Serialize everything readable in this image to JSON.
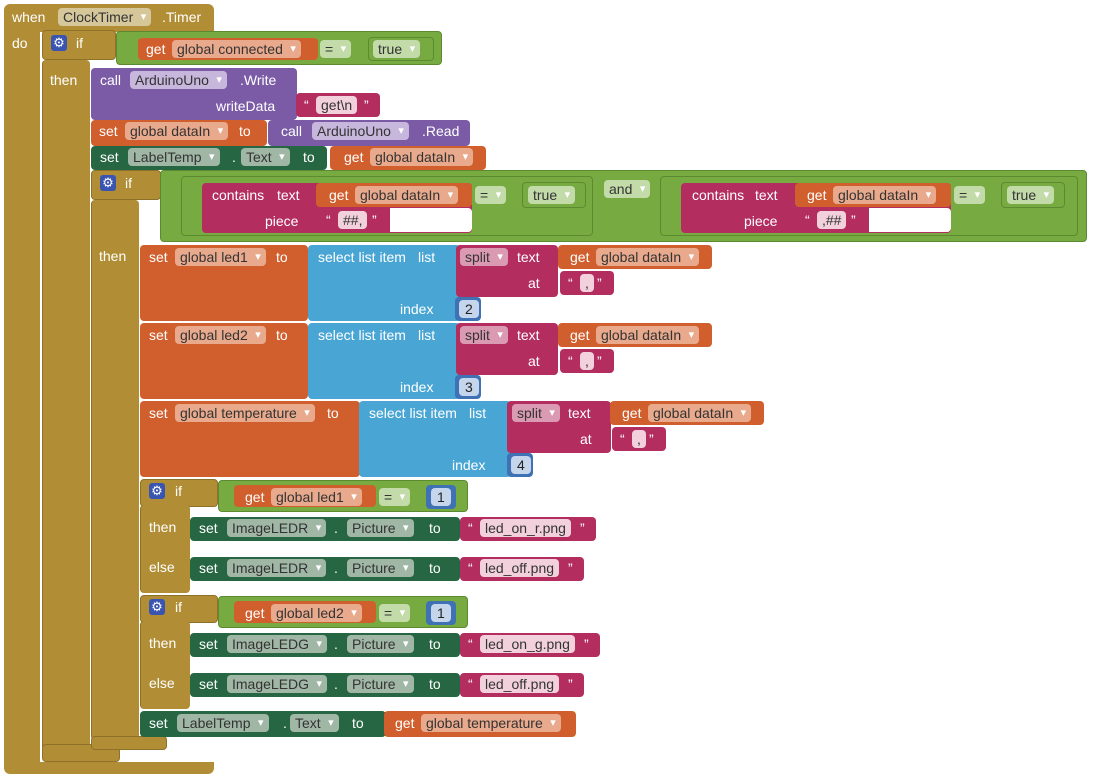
{
  "event": {
    "when": "when",
    "component": "ClockTimer",
    "event_name": ".Timer",
    "do": "do"
  },
  "kw": {
    "if": "if",
    "then": "then",
    "else": "else",
    "get": "get",
    "set": "set",
    "to": "to",
    "call": "call",
    "eq": "=",
    "and": "and",
    "dot": ".",
    "contains": "contains",
    "text": "text",
    "piece": "piece",
    "select_list_item": "select list item",
    "list": "list",
    "index": "index",
    "split": "split",
    "at": "at",
    "true": "true",
    "write_data": "writeData"
  },
  "vars": {
    "connected": "global connected",
    "dataIn": "global dataIn",
    "led1": "global led1",
    "led2": "global led2",
    "temperature": "global temperature"
  },
  "components": {
    "arduino": "ArduinoUno",
    "write": ".Write",
    "read": ".Read",
    "label_temp": "LabelTemp",
    "image_r": "ImageLEDR",
    "image_g": "ImageLEDG"
  },
  "props": {
    "text": "Text",
    "picture": "Picture"
  },
  "strings": {
    "get_cmd": "get\\n",
    "piece_start": "##,",
    "piece_end": ",##",
    "comma": ",",
    "led_on_r": "led_on_r.png",
    "led_off": "led_off.png",
    "led_on_g": "led_on_g.png"
  },
  "numbers": {
    "idx_led1": "2",
    "idx_led2": "3",
    "idx_temp": "4",
    "one": "1"
  },
  "icons": {
    "mutator": "gear-icon",
    "dropdown": "triangle-down-icon",
    "quote_open": "“",
    "quote_close": "”",
    "gear": "⚙"
  },
  "colors": {
    "event": "#b18e35",
    "logic": "#77ab41",
    "variables": "#d05f2d",
    "component_method": "#7b5ba6",
    "component_setter": "#266643",
    "text": "#b32d5e",
    "lists": "#49a6d4",
    "math": "#3f71b5"
  }
}
